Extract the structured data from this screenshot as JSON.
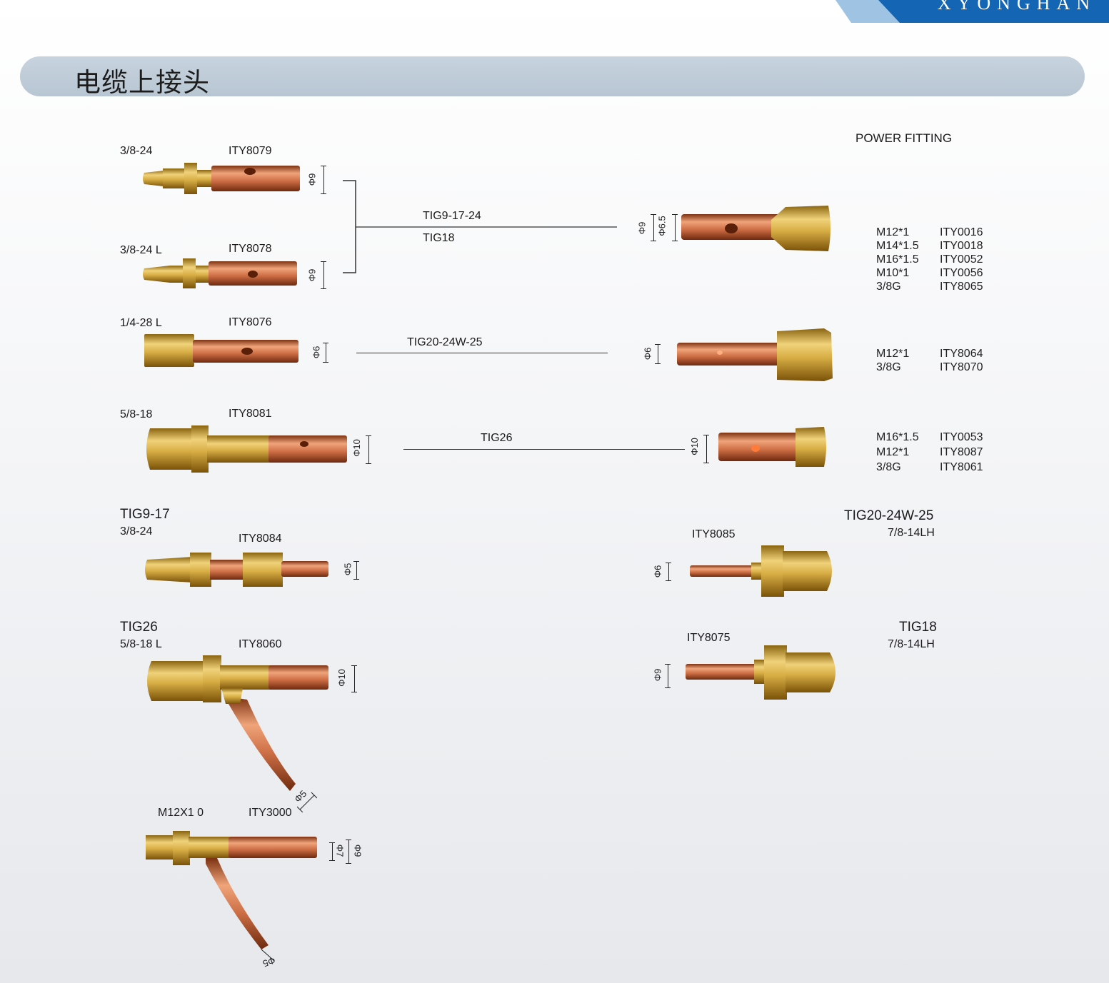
{
  "brand": "XYONGHAN",
  "title": "电缆上接头",
  "power_fitting": "POWER FITTING",
  "left_parts": [
    {
      "thread": "3/8-24",
      "code": "ITY8079",
      "dia": "Φ9"
    },
    {
      "thread": "3/8-24 L",
      "code": "ITY8078",
      "dia": "Φ9"
    },
    {
      "thread": "1/4-28 L",
      "code": "ITY8076",
      "dia": "Φ6"
    },
    {
      "thread": "5/8-18",
      "code": "ITY8081",
      "dia": "Φ10"
    }
  ],
  "connectors": {
    "tig9": "TIG9-17-24",
    "tig18": "TIG18",
    "tig20": "TIG20-24W-25",
    "tig26": "TIG26"
  },
  "right_dims": {
    "r1a": "Φ9",
    "r1b": "Φ6.5",
    "r2": "Φ6",
    "r3": "Φ10"
  },
  "table1": [
    {
      "size": "M12*1",
      "code": "ITY0016"
    },
    {
      "size": "M14*1.5",
      "code": "ITY0018"
    },
    {
      "size": "M16*1.5",
      "code": "ITY0052"
    },
    {
      "size": "M10*1",
      "code": "ITY0056"
    },
    {
      "size": "3/8G",
      "code": "ITY8065"
    }
  ],
  "table2": [
    {
      "size": "M12*1",
      "code": "ITY8064"
    },
    {
      "size": "3/8G",
      "code": "ITY8070"
    }
  ],
  "table3": [
    {
      "size": "M16*1.5",
      "code": "ITY0053"
    },
    {
      "size": "M12*1",
      "code": "ITY8087"
    },
    {
      "size": "3/8G",
      "code": "ITY8061"
    }
  ],
  "lower_left": [
    {
      "model": "TIG9-17",
      "thread": "3/8-24",
      "code": "ITY8084",
      "dia": "Φ5"
    },
    {
      "model": "TIG26",
      "thread": "5/8-18 L",
      "code": "ITY8060",
      "dia": "Φ10",
      "dia2": "Φ5"
    },
    {
      "thread": "M12X1  0",
      "code": "ITY3000",
      "dia": "Φ7",
      "dia2": "Φ9",
      "dia3": "Φ5"
    }
  ],
  "lower_right": [
    {
      "model": "TIG20-24W-25",
      "thread": "7/8-14LH",
      "code": "ITY8085",
      "dia": "Φ6"
    },
    {
      "model": "TIG18",
      "thread": "7/8-14LH",
      "code": "ITY8075",
      "dia": "Φ9"
    }
  ],
  "colors": {
    "brass": "#c9a23a",
    "copper": "#c4663c",
    "band": "#bccad6",
    "brand_blue": "#1565b5"
  }
}
